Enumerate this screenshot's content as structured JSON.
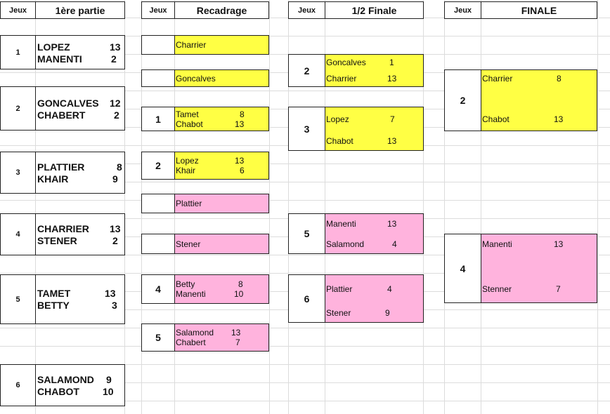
{
  "headers": {
    "jeux": "Jeux",
    "col1": "1ère partie",
    "col2": "Recadrage",
    "col3": "1/2 Finale",
    "col4": "FINALE"
  },
  "premiere": [
    {
      "jeu": "1",
      "p1": "LOPEZ",
      "s1": "13",
      "p2": "MANENTI",
      "s2": "2"
    },
    {
      "jeu": "2",
      "p1": "GONCALVES",
      "s1": "12",
      "p2": "CHABERT",
      "s2": "2"
    },
    {
      "jeu": "3",
      "p1": "PLATTIER",
      "s1": "8",
      "p2": "KHAIR",
      "s2": "9"
    },
    {
      "jeu": "4",
      "p1": "CHARRIER",
      "s1": "13",
      "p2": "STENER",
      "s2": "2"
    },
    {
      "jeu": "5",
      "p1": "TAMET",
      "s1": "13",
      "p2": "BETTY",
      "s2": "3"
    },
    {
      "jeu": "6",
      "p1": "SALAMOND",
      "s1": "9",
      "p2": "CHABOT",
      "s2": "10"
    }
  ],
  "recadrage": {
    "byes": [
      "Charrier",
      "Goncalves",
      "Plattier",
      "Stener"
    ],
    "matches": [
      {
        "jeu": "1",
        "p1": "Tamet",
        "s1": "8",
        "p2": "Chabot",
        "s2": "13"
      },
      {
        "jeu": "2",
        "p1": "Lopez",
        "s1": "13",
        "p2": "Khair",
        "s2": "6"
      },
      {
        "jeu": "4",
        "p1": "Betty",
        "s1": "8",
        "p2": "Manenti",
        "s2": "10"
      },
      {
        "jeu": "5",
        "p1": "Salamond",
        "s1": "13",
        "p2": "Chabert",
        "s2": "7"
      }
    ]
  },
  "demi": [
    {
      "jeu": "2",
      "p1": "Goncalves",
      "s1": "1",
      "p2": "Charrier",
      "s2": "13"
    },
    {
      "jeu": "3",
      "p1": "Lopez",
      "s1": "7",
      "p2": "Chabot",
      "s2": "13"
    },
    {
      "jeu": "5",
      "p1": "Manenti",
      "s1": "13",
      "p2": "Salamond",
      "s2": "4"
    },
    {
      "jeu": "6",
      "p1": "Plattier",
      "s1": "4",
      "p2": "Stener",
      "s2": "9"
    }
  ],
  "finale": [
    {
      "jeu": "2",
      "p1": "Charrier",
      "s1": "8",
      "p2": "Chabot",
      "s2": "13"
    },
    {
      "jeu": "4",
      "p1": "Manenti",
      "s1": "13",
      "p2": "Stenner",
      "s2": "7"
    }
  ],
  "colors": {
    "winners_bracket": "#ffff44",
    "losers_bracket": "#ffb3dd"
  }
}
